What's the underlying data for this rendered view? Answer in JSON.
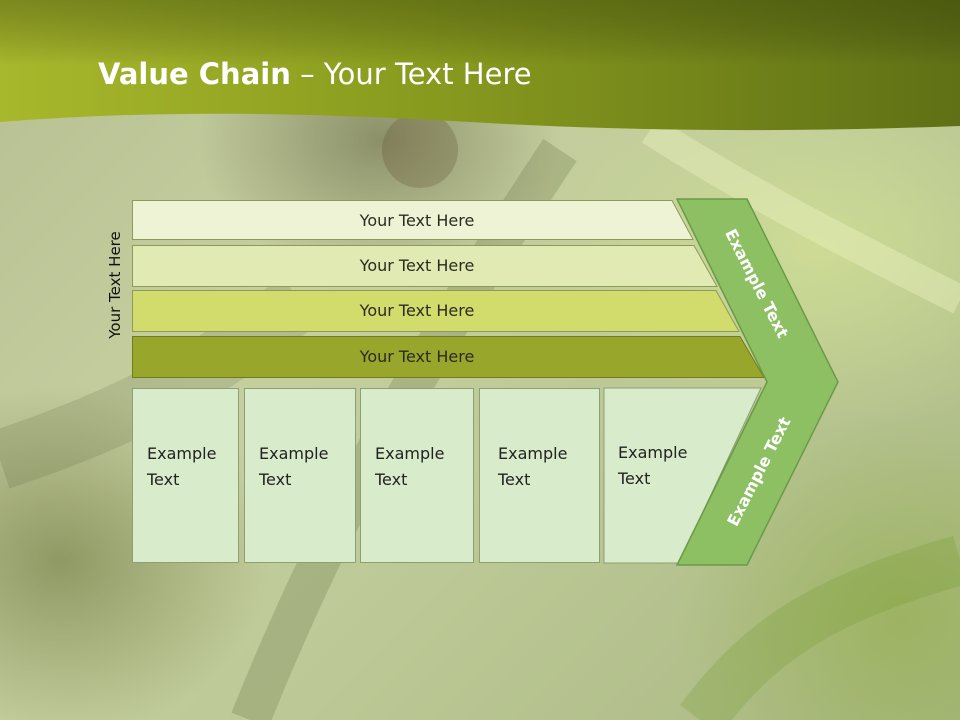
{
  "slide": {
    "title_strong": "Value Chain",
    "title_rest": " – Your Text Here",
    "side_label": "Your Text Here"
  },
  "bars": [
    {
      "label": "Your Text Here",
      "color": "#eef3d6"
    },
    {
      "label": "Your Text Here",
      "color": "#e1eab2"
    },
    {
      "label": "Your Text Here",
      "color": "#d2dc6c"
    },
    {
      "label": "Your Text Here",
      "color": "#98a72b"
    }
  ],
  "boxes": [
    {
      "line1": "Example",
      "line2": "Text"
    },
    {
      "line1": "Example",
      "line2": "Text"
    },
    {
      "line1": "Example",
      "line2": "Text"
    },
    {
      "line1": "Example",
      "line2": "Text"
    },
    {
      "line1": "Example",
      "line2": "Text"
    }
  ],
  "chevron": {
    "upper_label": "Example Text",
    "lower_label": "Example Text",
    "color": "#8cc063",
    "stroke": "#6a9a47"
  },
  "colors": {
    "header_dark": "#5a6a16",
    "header_light": "#a6b62a",
    "box_fill": "#d8ebca"
  }
}
